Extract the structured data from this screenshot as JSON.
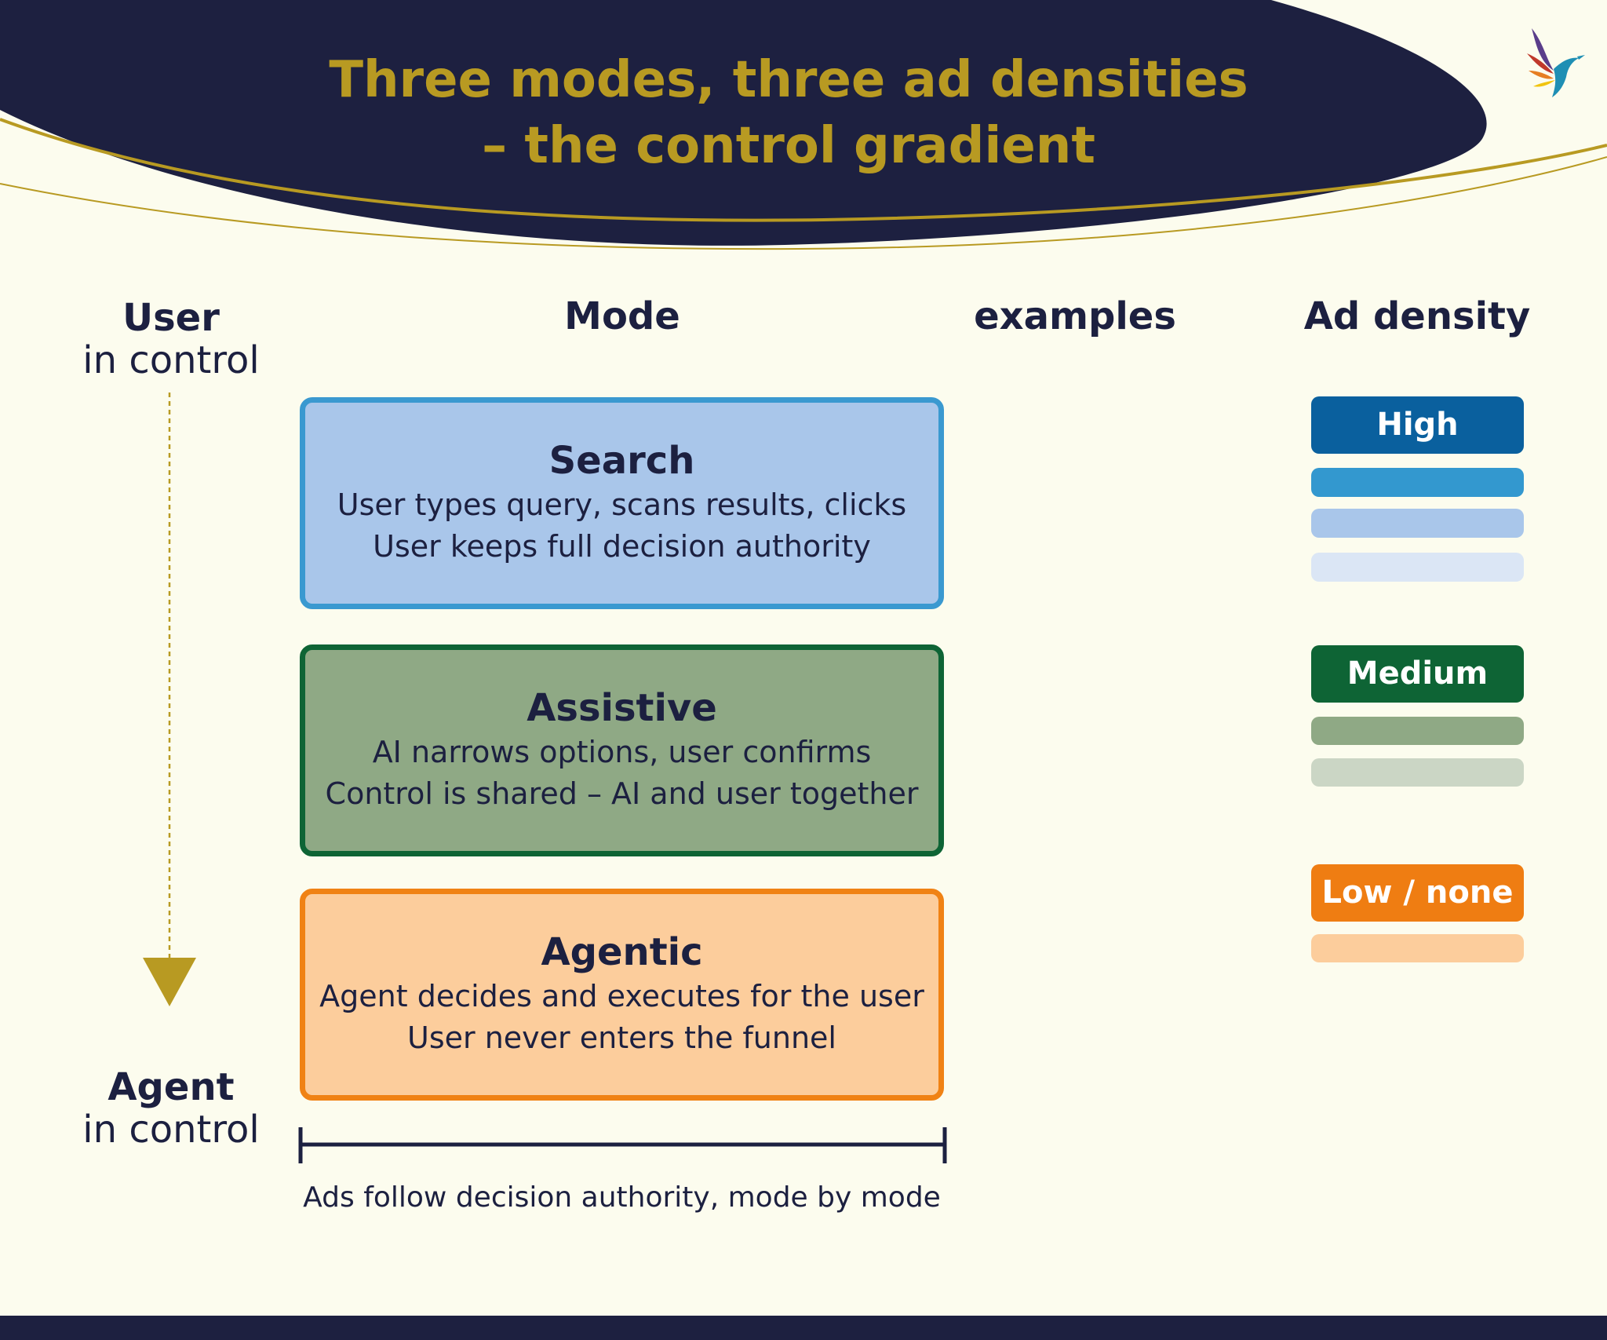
{
  "header": {
    "title_line1": "Three modes, three ad densities",
    "title_line2": "– the control gradient"
  },
  "logo": {
    "icon": "hummingbird-logo-icon"
  },
  "columns": {
    "mode": "Mode",
    "examples": "examples",
    "ad_density": "Ad density"
  },
  "axis": {
    "top_bold": "User",
    "top_normal": "in control",
    "bottom_bold": "Agent",
    "bottom_normal": "in control"
  },
  "modes": [
    {
      "name": "Search",
      "line1": "User types query, scans results, clicks",
      "line2": "User keeps full decision authority"
    },
    {
      "name": "Assistive",
      "line1": "AI narrows options, user confirms",
      "line2": "Control is shared – AI and user together"
    },
    {
      "name": "Agentic",
      "line1": "Agent decides and executes for the user",
      "line2": "User never enters the funnel"
    }
  ],
  "density": {
    "high": "High",
    "medium": "Medium",
    "low": "Low / none"
  },
  "footnote": "Ads follow decision authority, mode by mode",
  "colors": {
    "navy": "#1d2040",
    "gold": "#b89a22",
    "search_fill": "#a9c6ea",
    "search_border": "#3a99d0",
    "assist_fill": "#8fa985",
    "assist_border": "#0e6435",
    "agent_fill": "#fccd9c",
    "agent_border": "#f08214",
    "high_pill": "#0a609e",
    "medium_pill": "#0e6435",
    "low_pill": "#ef7d12"
  }
}
